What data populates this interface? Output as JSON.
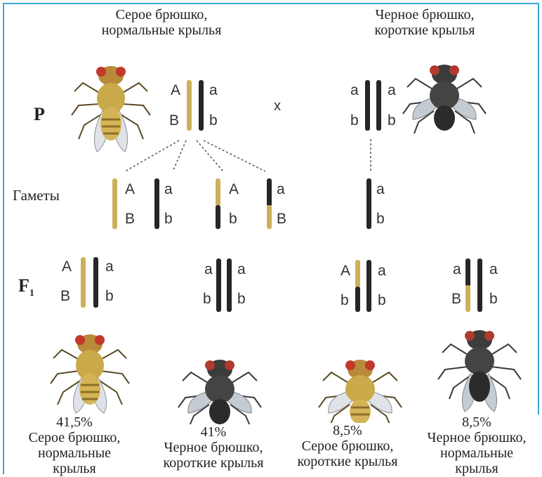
{
  "parents": {
    "label": "P",
    "cross_sign": "x",
    "left": {
      "caption": [
        "Серое брюшко,",
        "нормальные крылья"
      ],
      "alleles": [
        "A",
        "B",
        "a",
        "b"
      ]
    },
    "right": {
      "caption": [
        "Черное брюшко,",
        "короткие крылья"
      ],
      "alleles": [
        "a",
        "b",
        "a",
        "b"
      ]
    }
  },
  "gametes": {
    "label": "Гаметы",
    "items": [
      {
        "alleles": [
          "A",
          "B",
          "a",
          "b"
        ]
      },
      {
        "alleles": [
          "A",
          "b",
          "a",
          "B"
        ]
      },
      {
        "alleles": [
          "a",
          "b"
        ]
      }
    ]
  },
  "f1": {
    "label": "F",
    "label_sub": "1",
    "items": [
      {
        "alleles": [
          "A",
          "B",
          "a",
          "b"
        ],
        "percent": "41,5%",
        "caption": [
          "Серое брюшко,",
          "нормальные",
          "крылья"
        ]
      },
      {
        "alleles": [
          "a",
          "b",
          "a",
          "b"
        ],
        "percent": "41%",
        "caption": [
          "Черное брюшко,",
          "короткие крылья"
        ]
      },
      {
        "alleles": [
          "A",
          "b",
          "a",
          "b"
        ],
        "percent": "8,5%",
        "caption": [
          "Серое брюшко,",
          "короткие крылья"
        ]
      },
      {
        "alleles": [
          "a",
          "B",
          "a",
          "b"
        ],
        "percent": "8,5%",
        "caption": [
          "Черное брюшко,",
          "нормальные",
          "крылья"
        ]
      }
    ]
  },
  "colors": {
    "gray_body": "#c9a94a",
    "black_body": "#2b2b2b",
    "frame": "#3aa8d8"
  }
}
